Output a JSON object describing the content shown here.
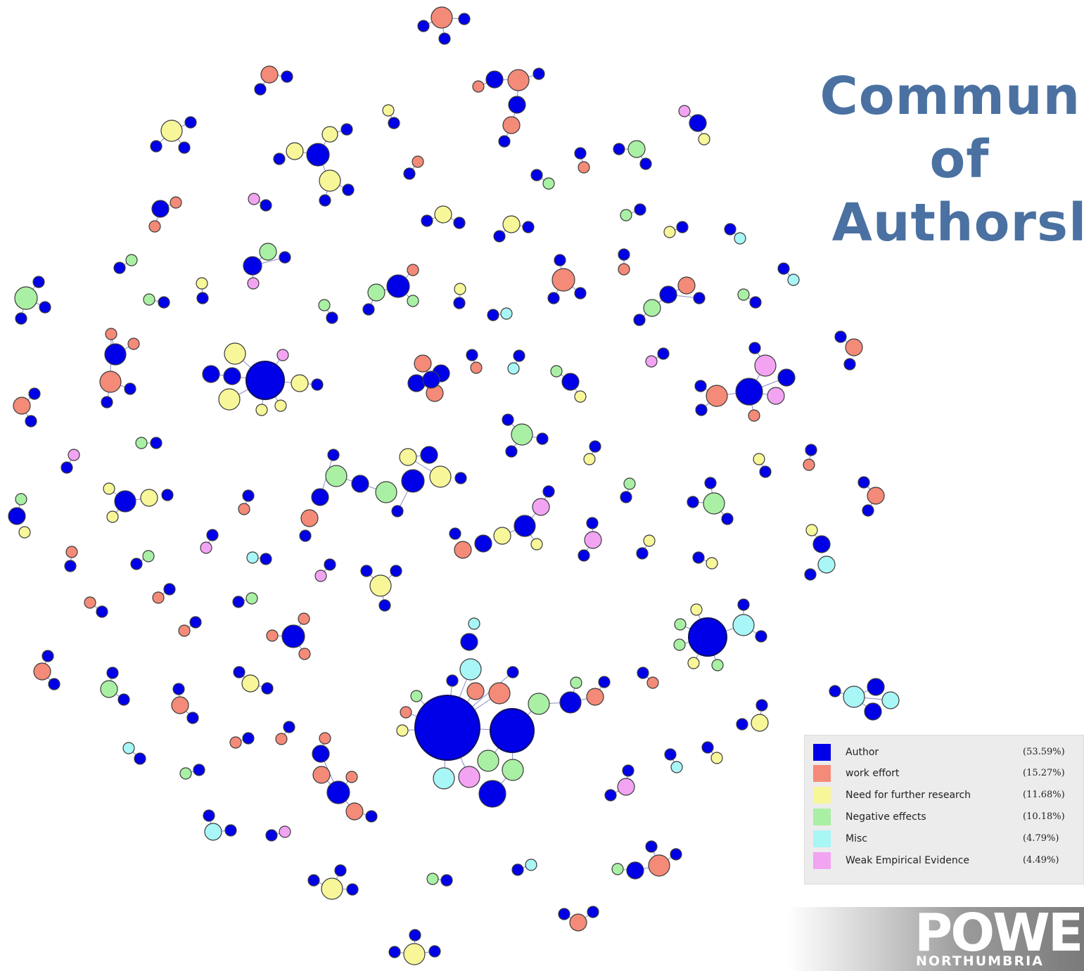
{
  "title": {
    "line1": "Communi",
    "line2": "of",
    "line3": "Authorsl"
  },
  "legend": {
    "items": [
      {
        "label": "Author",
        "percent": "(53.59%)",
        "color": "#0000e8"
      },
      {
        "label": "work effort",
        "percent": "(15.27%)",
        "color": "#f48a78"
      },
      {
        "label": "Need for further research",
        "percent": "(11.68%)",
        "color": "#f7f79a"
      },
      {
        "label": "Negative effects",
        "percent": "(10.18%)",
        "color": "#a9f0a4"
      },
      {
        "label": "Misc",
        "percent": "(4.79%)",
        "color": "#a9f6f6"
      },
      {
        "label": "Weak Empirical Evidence",
        "percent": "(4.49%)",
        "color": "#f2a4f2"
      }
    ]
  },
  "logo": {
    "main": "POWER",
    "sub": "NORTHUMBRIA"
  },
  "node_categories": {
    "A": "Author",
    "W": "work effort",
    "N": "Need for further research",
    "G": "Negative effects",
    "M": "Misc",
    "E": "Weak Empirical Evidence"
  }
}
